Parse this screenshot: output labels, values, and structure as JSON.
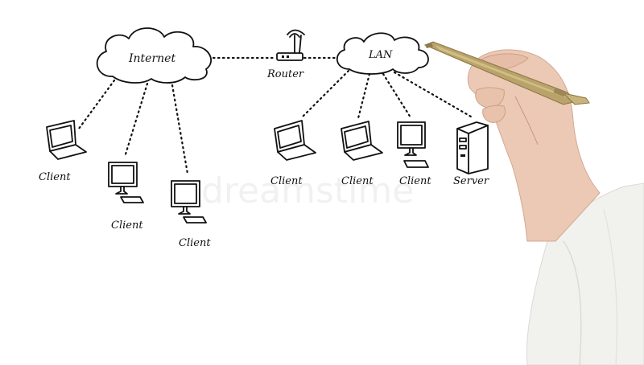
{
  "nodes": {
    "internet": "Internet",
    "lan": "LAN",
    "router": "Router",
    "client_label": "Client",
    "server": "Server"
  },
  "watermark": "dreamstime",
  "icons": [
    "cloud-icon",
    "router-icon",
    "laptop-icon",
    "monitor-icon",
    "server-icon",
    "pen-icon",
    "hand-icon"
  ]
}
